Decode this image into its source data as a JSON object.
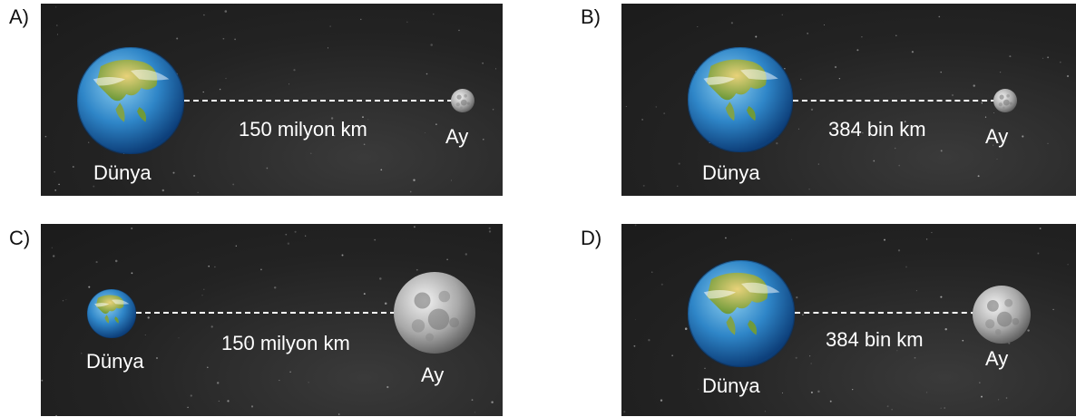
{
  "options": [
    {
      "letter": "A)",
      "earth_label": "Dünya",
      "moon_label": "Ay",
      "distance": "150 milyon km"
    },
    {
      "letter": "B)",
      "earth_label": "Dünya",
      "moon_label": "Ay",
      "distance": "384 bin km"
    },
    {
      "letter": "C)",
      "earth_label": "Dünya",
      "moon_label": "Ay",
      "distance": "150 milyon km"
    },
    {
      "letter": "D)",
      "earth_label": "Dünya",
      "moon_label": "Ay",
      "distance": "384 bin km"
    }
  ]
}
